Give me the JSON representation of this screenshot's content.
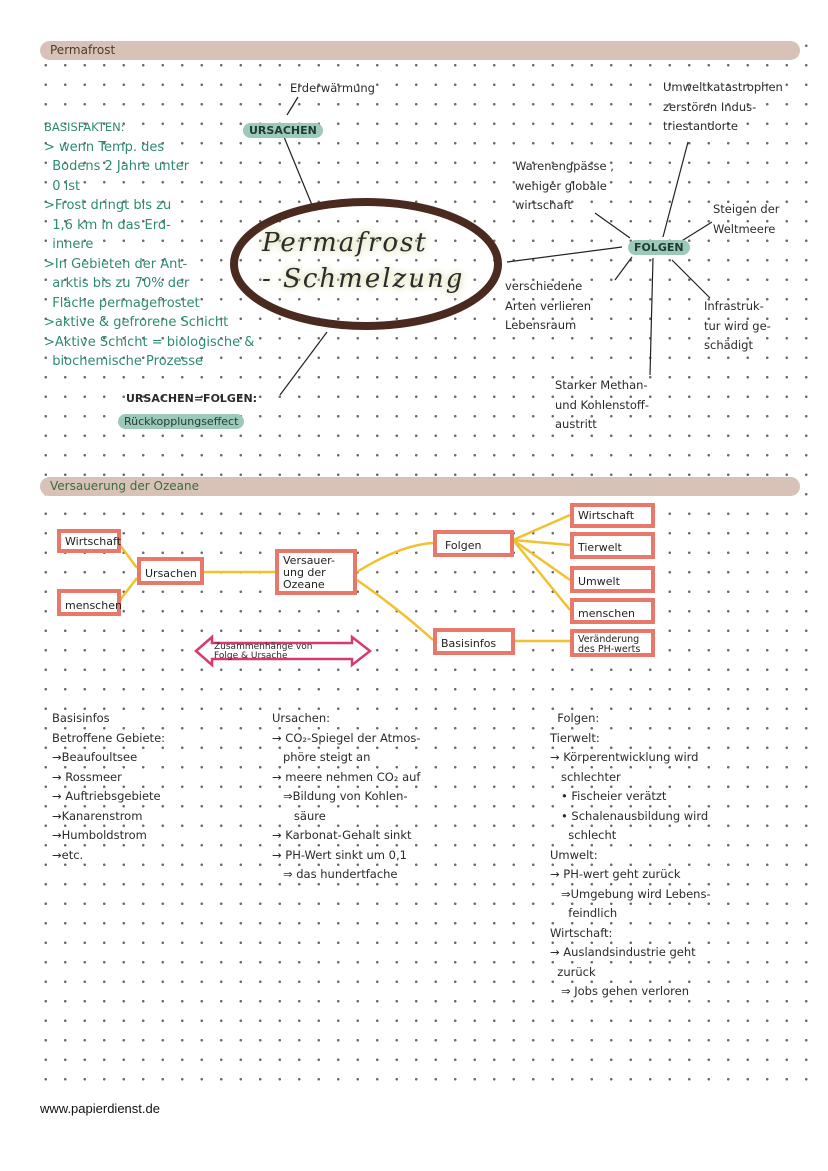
{
  "section1": {
    "header": "Permafrost",
    "center_title": [
      "Permafrost",
      "- Schmelzung"
    ],
    "ursachen_label": "URSACHEN",
    "erderwaermung": "Erderwärmung",
    "folgen_label": "FOLGEN",
    "basisfakten": [
      "BASISFAKTEN:",
      "> wenn Temp. des",
      "  Bodens 2 Jahre unter",
      "  0 ist",
      ">Frost dringt bis zu",
      "  1,6 km in das Erd-",
      "  innere",
      ">In Gebieten der Ant-",
      "  arktis bis zu 70% der",
      "  Fläche permagefrostet",
      ">aktive & gefrorene Schicht",
      ">Aktive Schicht = biologische &",
      "  biochemische Prozesse"
    ],
    "feedback": [
      "URSACHEN=FOLGEN:",
      "Rückkopplungseffect"
    ],
    "folgen": {
      "umweltkatastrophen": [
        "Umweltkatastrophen",
        "zerstören Indus-",
        "triestandorte"
      ],
      "warenengpaesse": [
        "Warenengpässe ,",
        "weniger globale",
        "wirtschaft"
      ],
      "meere": [
        "Steigen der",
        "Weltmeere"
      ],
      "arten": [
        "verschiedene",
        "Arten verlieren",
        "Lebensraum"
      ],
      "infrastruktur": [
        "Infrastruk-",
        "tur wird ge-",
        "schädigt"
      ],
      "methan": [
        "Starker Methan-",
        "und Kohlenstoff-",
        "austritt"
      ]
    }
  },
  "section2": {
    "header": "Versauerung der Ozeane",
    "boxes": {
      "wirtschaft_left": "Wirtschaft",
      "menschen_left": "menschen",
      "ursachen": "Ursachen",
      "center": "Versauer-\nung der\nOzeane",
      "folgen": "Folgen",
      "basisinfos": "Basisinfos",
      "wirtschaft_right": "Wirtschaft",
      "tierwelt": "Tierwelt",
      "umwelt": "Umwelt",
      "menschen_right": "menschen",
      "ph": "Veränderung\ndes PH-werts"
    },
    "arrow_label": "Zusammenhänge von\nFolge & Ursache",
    "basisinfos_col": [
      "Basisinfos",
      "Betroffene Gebiete:",
      "→Beaufoultsee",
      "→ Rossmeer",
      "→ Auftriebsgebiete",
      "→Kanarenstrom",
      "→Humboldstrom",
      "→etc."
    ],
    "ursachen_col": [
      "Ursachen:",
      "→ CO₂-Spiegel der Atmos-",
      "   phöre steigt an",
      "→ meere nehmen CO₂ auf",
      "   ⇒Bildung von Kohlen-",
      "      säure",
      "→ Karbonat-Gehalt sinkt",
      "→ PH-Wert sinkt um 0,1",
      "   ⇒ das hundertfache"
    ],
    "folgen_col": [
      "  Folgen:",
      "Tierwelt:",
      "→ Körperentwicklung wird",
      "   schlechter",
      "   • Fischeier verätzt",
      "   • Schalenausbildung wird",
      "     schlecht",
      "Umwelt:",
      "→ PH-wert geht zurück",
      "   ⇒Umgebung wird Lebens-",
      "     feindlich",
      "Wirtschaft:",
      "→ Auslandsindustrie geht",
      "  zurück",
      "   ⇒ Jobs gehen verloren"
    ]
  },
  "footer": "www.papierdienst.de",
  "colors": {
    "header_bar": "#d8c2b7",
    "teal": "#2f8a72",
    "pill": "#9cc9b9",
    "box_border": "#e8786a",
    "connector": "#f2c12e",
    "ellipse": "#4a2a1e",
    "arrow": "#d63a6e"
  }
}
